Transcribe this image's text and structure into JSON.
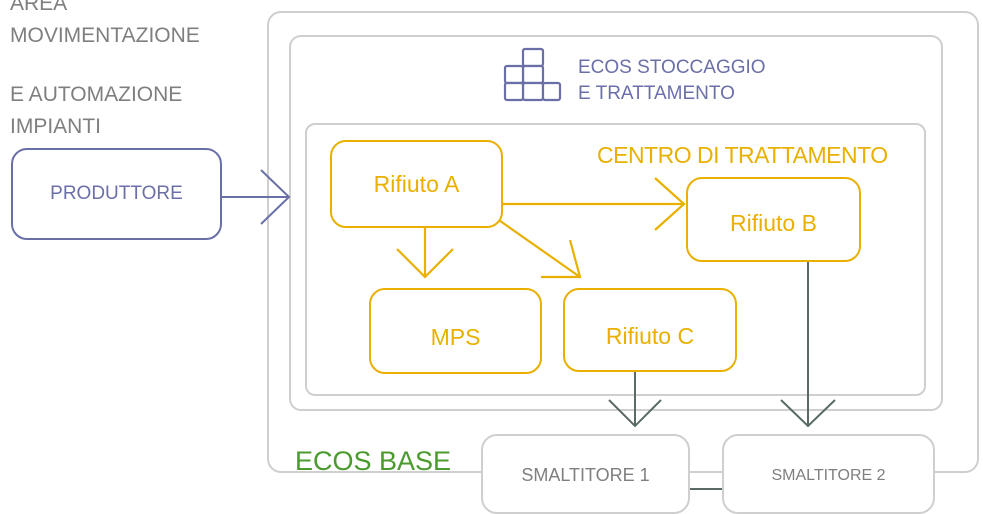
{
  "side_label": {
    "line1": "AREA",
    "line2": "MOVIMENTAZIONE",
    "line3": "E AUTOMAZIONE",
    "line4": "IMPIANTI"
  },
  "produttore": "PRODUTTORE",
  "stoccaggio": {
    "line1": "ECOS STOCCAGGIO",
    "line2": "E TRATTAMENTO"
  },
  "centro": "CENTRO DI TRATTAMENTO",
  "nodes": {
    "rifiuto_a": "Rifiuto A",
    "rifiuto_b": "Rifiuto B",
    "rifiuto_c": "Rifiuto C",
    "mps": "MPS"
  },
  "ecos_base": "ECOS BASE",
  "smaltitore_1": "SMALTITORE 1",
  "smaltitore_2": "SMALTITORE 2",
  "colors": {
    "gold": "#e9b000",
    "purple": "#6b6fa8",
    "gray_border": "#c8c8c8",
    "dark_gray": "#5a6b64",
    "green": "#4a9a2e"
  }
}
